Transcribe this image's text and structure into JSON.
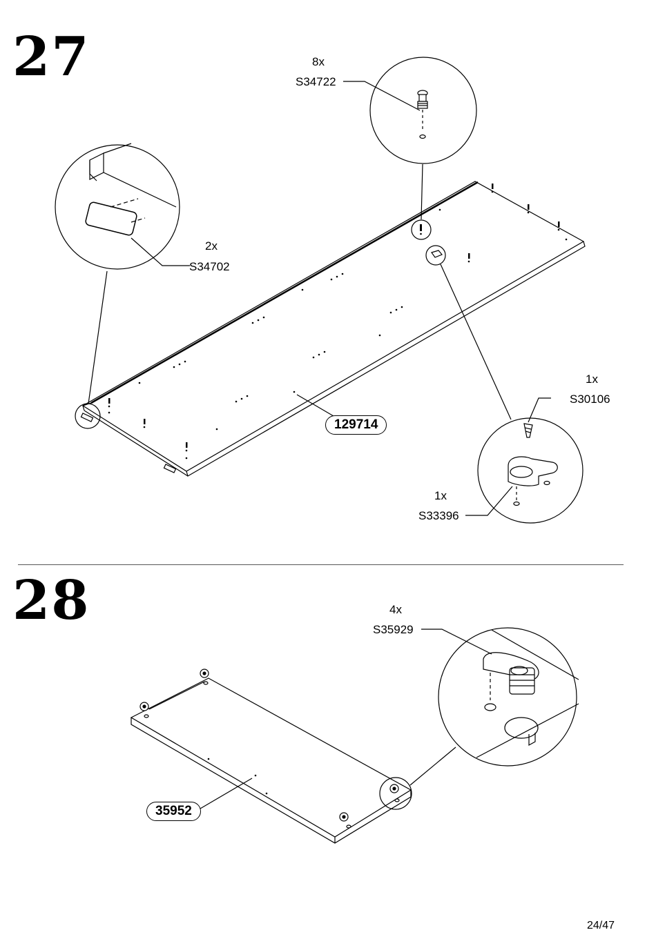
{
  "steps": [
    {
      "number": "27",
      "panel_label": "129714",
      "parts": [
        {
          "qty": "8x",
          "code": "S34722",
          "icon": "cam-bolt-icon"
        },
        {
          "qty": "2x",
          "code": "S34702",
          "icon": "edge-cap-icon"
        },
        {
          "qty": "1x",
          "code": "S30106",
          "icon": "screw-icon"
        },
        {
          "qty": "1x",
          "code": "S33396",
          "icon": "shelf-clip-icon"
        }
      ]
    },
    {
      "number": "28",
      "panel_label": "35952",
      "parts": [
        {
          "qty": "4x",
          "code": "S35929",
          "icon": "cam-lock-icon"
        }
      ]
    }
  ],
  "page": "24/47",
  "colors": {
    "ink": "#000000",
    "paper": "#ffffff",
    "divider": "#555555"
  }
}
